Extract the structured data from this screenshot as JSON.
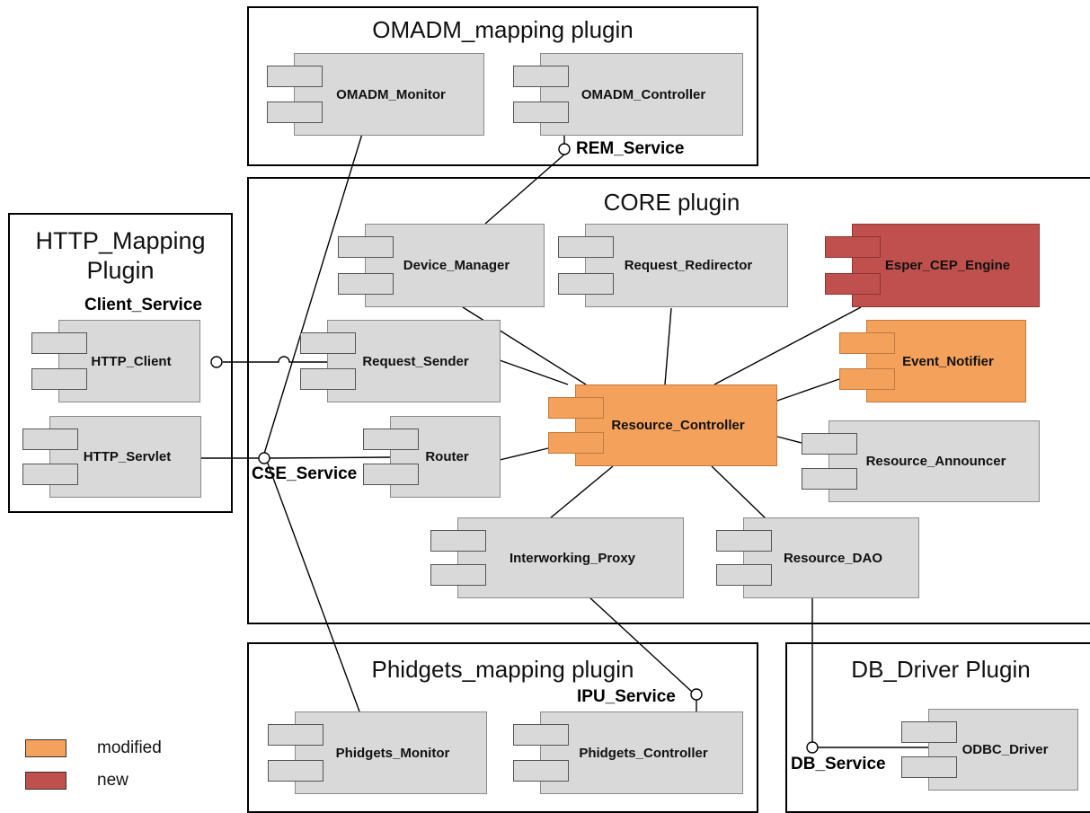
{
  "plugins": {
    "omadm": "OMADM_mapping plugin",
    "core": "CORE plugin",
    "http_line1": "HTTP_Mapping",
    "http_line2": "Plugin",
    "phidgets": "Phidgets_mapping plugin",
    "db": "DB_Driver Plugin"
  },
  "components": {
    "omadm_monitor": "OMADM_Monitor",
    "omadm_controller": "OMADM_Controller",
    "device_manager": "Device_Manager",
    "request_redirector": "Request_Redirector",
    "esper_cep_engine": "Esper_CEP_Engine",
    "request_sender": "Request_Sender",
    "event_notifier": "Event_Notifier",
    "resource_controller": "Resource_Controller",
    "router": "Router",
    "resource_announcer": "Resource_Announcer",
    "interworking_proxy": "Interworking_Proxy",
    "resource_dao": "Resource_DAO",
    "http_client": "HTTP_Client",
    "http_servlet": "HTTP_Servlet",
    "phidgets_monitor": "Phidgets_Monitor",
    "phidgets_controller": "Phidgets_Controller",
    "odbc_driver": "ODBC_Driver"
  },
  "interfaces": {
    "rem_service": "REM_Service",
    "client_service": "Client_Service",
    "cse_service": "CSE_Service",
    "ipu_service": "IPU_Service",
    "db_service": "DB_Service"
  },
  "legend": {
    "modified": "modified",
    "new": "new"
  },
  "colors": {
    "component_default": "#d9d9d9",
    "modified": "#f4a15b",
    "new": "#c0504d"
  }
}
